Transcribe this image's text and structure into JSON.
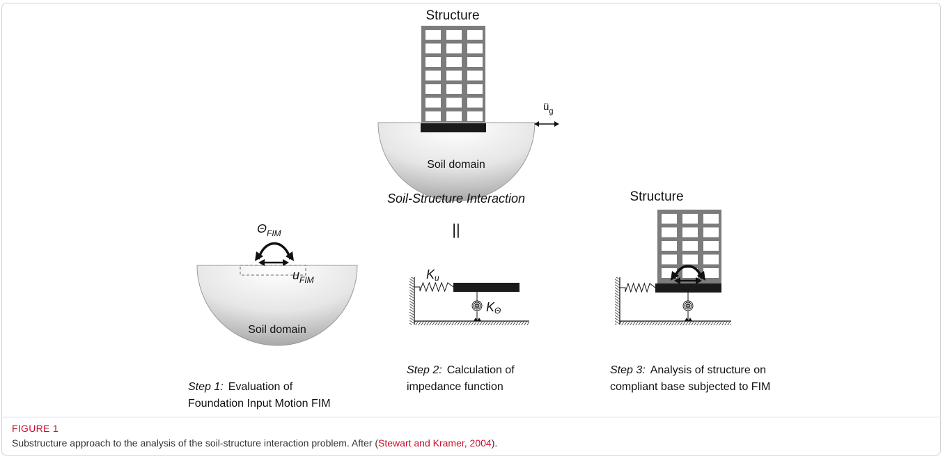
{
  "top": {
    "structure_label": "Structure",
    "soil_label": "Soil domain",
    "accel_label": "ü",
    "accel_sub": "g",
    "title": "Soil-Structure Interaction",
    "equals": "||"
  },
  "step1": {
    "theta": "Θ",
    "theta_sub": "FIM",
    "u": "u",
    "u_sub": "FIM",
    "soil_label": "Soil domain",
    "step": "Step 1:",
    "line1": "Evaluation of",
    "line2": "Foundation Input Motion FIM"
  },
  "step2": {
    "k": "K",
    "k_u_sub": "u",
    "k_theta_sub": "Θ",
    "step": "Step 2:",
    "line1": "Calculation of",
    "line2": "impedance function"
  },
  "step3": {
    "structure_label": "Structure",
    "step": "Step 3:",
    "line1": "Analysis of structure on",
    "line2": "compliant base subjected to FIM"
  },
  "caption": {
    "label": "FIGURE 1",
    "text_before": "Substructure approach to the analysis of the soil-structure interaction problem. After (",
    "citation": "Stewart and Kramer, 2004",
    "text_after": ")."
  }
}
